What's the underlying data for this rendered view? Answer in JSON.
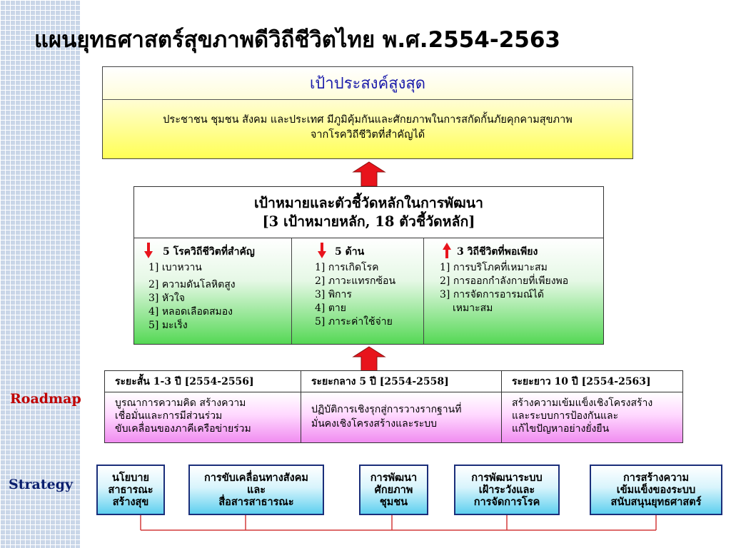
{
  "title": "แผนยุทธศาสตร์สุขภาพดีวิถีชีวิตไทย พ.ศ.2554-2563",
  "goal": {
    "heading": "เป้าประสงค์สูงสุด",
    "lines": [
      "ประชาชน ชุมชน สังคม และประเทศ มีภูมิคุ้มกันและศักยภาพในการสกัดกั้นภัยคุกคามสุขภาพ",
      "จากโรควิถีชีวิตที่สำคัญได้"
    ]
  },
  "targets": {
    "heading": "เป้าหมายและตัวชี้วัดหลักในการพัฒนา",
    "subheading": "[3 เป้าหมายหลัก, 18 ตัวชี้วัดหลัก]",
    "columns": [
      {
        "direction": "down",
        "heading": "5 โรควิถีชีวิตที่สำคัญ",
        "items": [
          "1] เบาหวาน",
          "2] ความดันโลหิตสูง",
          "3] หัวใจ",
          "4] หลอดเลือดสมอง",
          "5] มะเร็ง"
        ]
      },
      {
        "direction": "down",
        "heading": "5  ด้าน",
        "items": [
          "1] การเกิดโรค",
          "2] ภาวะแทรกซ้อน",
          "3] พิการ",
          "4] ตาย",
          "5] ภาระค่าใช้จ่าย"
        ]
      },
      {
        "direction": "up",
        "heading": "3  วิถีชีวิตที่พอเพียง",
        "items": [
          "1] การบริโภคที่เหมาะสม",
          "2] การออกกำลังกายที่เพียงพอ",
          "3] การจัดการอารมณ์ได้",
          "เหมาะสม"
        ]
      }
    ]
  },
  "labels": {
    "roadmap": "Roadmap",
    "strategy": "Strategy"
  },
  "roadmap": [
    {
      "heading": "ระยะสั้น 1-3 ปี  [2554-2556]",
      "lines": [
        "บูรณาการความคิด สร้างความ",
        "เชื่อมั่นและการมีส่วนร่วม",
        "ขับเคลื่อนของภาคีเครือข่ายร่วม"
      ]
    },
    {
      "heading": "ระยะกลาง 5 ปี [2554-2558]",
      "lines": [
        "ปฏิบัติการเชิงรุกสู่การวางรากฐานที่",
        "มั่นคงเชิงโครงสร้างและระบบ"
      ]
    },
    {
      "heading": "ระยะยาว 10 ปี [2554-2563]",
      "lines": [
        "สร้างความเข้มแข็งเชิงโครงสร้าง",
        "และระบบการป้องกันและ",
        "แก้ไขปัญหาอย่างยั่งยืน"
      ]
    }
  ],
  "strategies": [
    {
      "lines": [
        "นโยบาย",
        "สาธารณะ",
        "สร้างสุข"
      ]
    },
    {
      "lines": [
        "การขับเคลื่อนทางสังคม",
        "และ",
        "สื่อสารสาธารณะ"
      ]
    },
    {
      "lines": [
        "การพัฒนา",
        "ศักยภาพ",
        "ชุมชน"
      ]
    },
    {
      "lines": [
        "การพัฒนาระบบ",
        "เฝ้าระวังและ",
        "การจัดการโรค"
      ]
    },
    {
      "lines": [
        "การสร้างความ",
        "เข้มแข็งของระบบ",
        "สนับสนุนยุทธศาสตร์"
      ]
    }
  ],
  "colors": {
    "arrow_red": "#e8141c",
    "connector_red": "#d23a3a",
    "heading_blue": "#1a1aaa",
    "label_red": "#c00000",
    "label_navy": "#0b1f6e"
  }
}
